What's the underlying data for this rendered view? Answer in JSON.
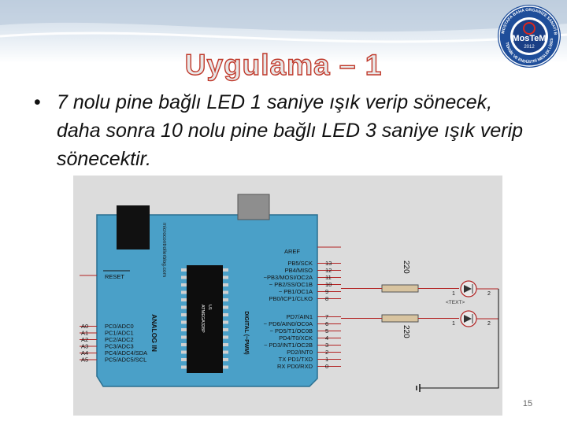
{
  "slide": {
    "title": "Uygulama – 1",
    "bullet": "•",
    "bullet_text": "7 nolu pine bağlı LED 1 saniye ışık verip sönecek, daha sonra 10 nolu pine bağlı LED 3 saniye ışık verip sönecektir.",
    "page_number": "15"
  },
  "logo": {
    "name": "MosTeM",
    "top_text": "MOSTAFA BAHA ORGANİZE SANAYİ BÖLGESİ",
    "bottom_text": "TEKNİK VE ENDÜSTRİ MESLEK LİSESİ",
    "year": "2012",
    "colors": {
      "ring": "#1f4e9a",
      "center": "#1a3f86",
      "accent": "#d9281e"
    }
  },
  "circuit": {
    "board_color": "#4aa0c8",
    "chip": {
      "name": "ATMEGA328P",
      "sub": "U1"
    },
    "labels": {
      "reset": "RESET",
      "analog_in": "ANALOG IN",
      "digital": "DIGITAL (~PWM)",
      "aref": "AREF",
      "tx": "TX",
      "rx": "RX",
      "watermark": "microcontrollerblog.com"
    },
    "analog_pins": [
      {
        "pin": "A0",
        "func": "PC0/ADC0"
      },
      {
        "pin": "A1",
        "func": "PC1/ADC1"
      },
      {
        "pin": "A2",
        "func": "PC2/ADC2"
      },
      {
        "pin": "A3",
        "func": "PC3/ADC3"
      },
      {
        "pin": "A4",
        "func": "PC4/ADC4/SDA"
      },
      {
        "pin": "A5",
        "func": "PC5/ADC5/SCL"
      }
    ],
    "digital_pins": [
      {
        "num": "13",
        "func": "PB5/SCK"
      },
      {
        "num": "12",
        "func": "PB4/MISO"
      },
      {
        "num": "11",
        "func": "~PB3/MOSI/OC2A"
      },
      {
        "num": "10",
        "func": "~ PB2/SS/OC1B"
      },
      {
        "num": "9",
        "func": "~ PB1/OC1A"
      },
      {
        "num": "8",
        "func": "PB0/ICP1/CLKO"
      },
      {
        "num": "7",
        "func": "PD7/AIN1"
      },
      {
        "num": "6",
        "func": "~ PD6/AIN0/OC0A"
      },
      {
        "num": "5",
        "func": "~ PD5/T1/OC0B"
      },
      {
        "num": "4",
        "func": "PD4/T0/XCK"
      },
      {
        "num": "3",
        "func": "~ PD3/INT1/OC2B"
      },
      {
        "num": "2",
        "func": "PD2/INT0"
      },
      {
        "num": "1",
        "func": "TX PD1/TXD"
      },
      {
        "num": "0",
        "func": "RX PD0/RXD"
      }
    ],
    "resistors": [
      {
        "value": "220"
      },
      {
        "value": "220"
      }
    ],
    "led": {
      "label": "<TEXT>",
      "pin1": "1",
      "pin2": "2"
    }
  }
}
